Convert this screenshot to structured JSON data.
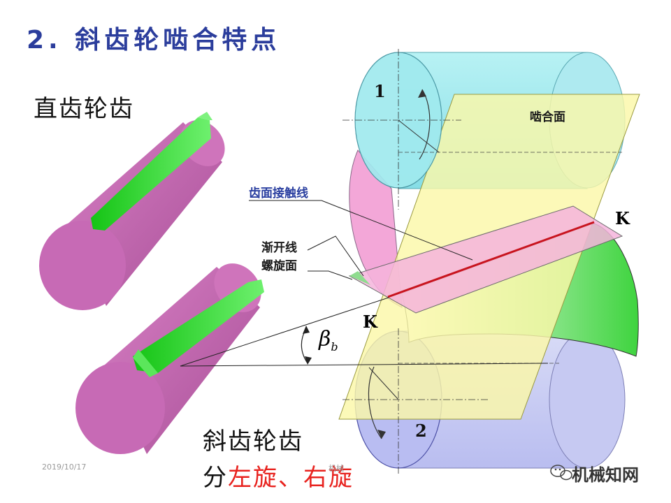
{
  "slide": {
    "title": "2. 斜齿轮啮合特点",
    "spur_label": "直齿轮齿",
    "helical_label": "斜齿轮齿",
    "hand_prefix": "分",
    "hand_highlight": "左旋、右旋",
    "date": "2019/10/17",
    "page_mark": "机械",
    "brand": "机械知网"
  },
  "diagram": {
    "gear1_label": "1",
    "gear2_label": "2",
    "mesh_plane_label": "啮合面",
    "contact_line_label": "齿面接触线",
    "involute_label_line1": "渐开线",
    "involute_label_line2": "螺旋面",
    "point_k_right": "K",
    "point_k_left": "K",
    "beta_symbol": "β",
    "beta_subscript": "b"
  },
  "colors": {
    "title": "#2b3d9c",
    "highlight": "#e8231f",
    "gear1_cyan": "#9ce8ee",
    "gear2_lavender": "#c9ccf2",
    "mesh_plane_yellow": "#fbf8b0",
    "pink_surface": "#f1a7d6",
    "green_surface": "#2fd62f",
    "cylinder_magenta": "#c86cb2"
  }
}
